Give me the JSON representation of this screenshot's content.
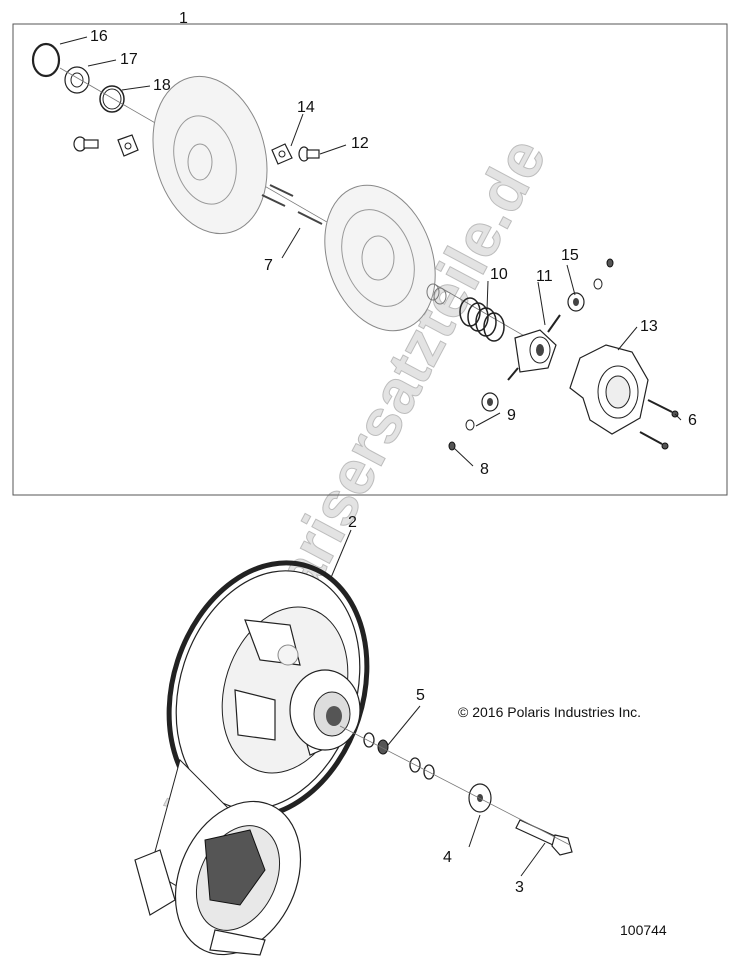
{
  "watermark": "www.polarisersatzteile.de",
  "copyright": "© 2016 Polaris Industries Inc.",
  "drawing_number": "100744",
  "callouts": {
    "c1": "1",
    "c2": "2",
    "c3": "3",
    "c4": "4",
    "c5": "5",
    "c6": "6",
    "c7": "7",
    "c8": "8",
    "c9": "9",
    "c10": "10",
    "c11": "11",
    "c12": "12",
    "c13": "13",
    "c14": "14",
    "c15": "15",
    "c16": "16",
    "c17": "17",
    "c18": "18"
  }
}
